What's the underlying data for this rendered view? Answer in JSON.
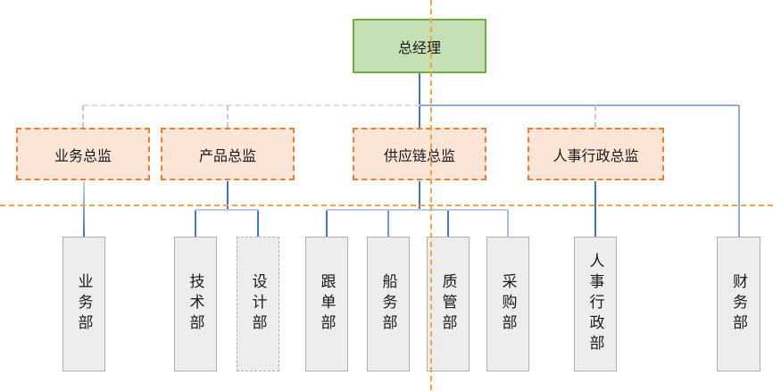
{
  "org_chart": {
    "root": {
      "label": "总经理"
    },
    "directors": [
      {
        "label": "业务总监"
      },
      {
        "label": "产品总监"
      },
      {
        "label": "供应链总监"
      },
      {
        "label": "人事行政总监"
      }
    ],
    "departments": [
      {
        "label": "业务部"
      },
      {
        "label": "技术部"
      },
      {
        "label": "设计部"
      },
      {
        "label": "跟单部"
      },
      {
        "label": "船务部"
      },
      {
        "label": "质管部"
      },
      {
        "label": "采购部"
      },
      {
        "label": "人事行政部"
      },
      {
        "label": "财务部"
      }
    ]
  },
  "colors": {
    "root_fill": "#c5e0b4",
    "root_border": "#70ad47",
    "director_fill": "#fbe5d6",
    "director_border": "#ed7d31",
    "department_fill": "#ededed",
    "department_border": "#b0b0b0",
    "connector_dark_blue": "#4472c4",
    "connector_light_blue": "#8faadc",
    "connector_dashed_blue": "#b9c7e8",
    "smart_guide_orange": "#f2a640"
  }
}
